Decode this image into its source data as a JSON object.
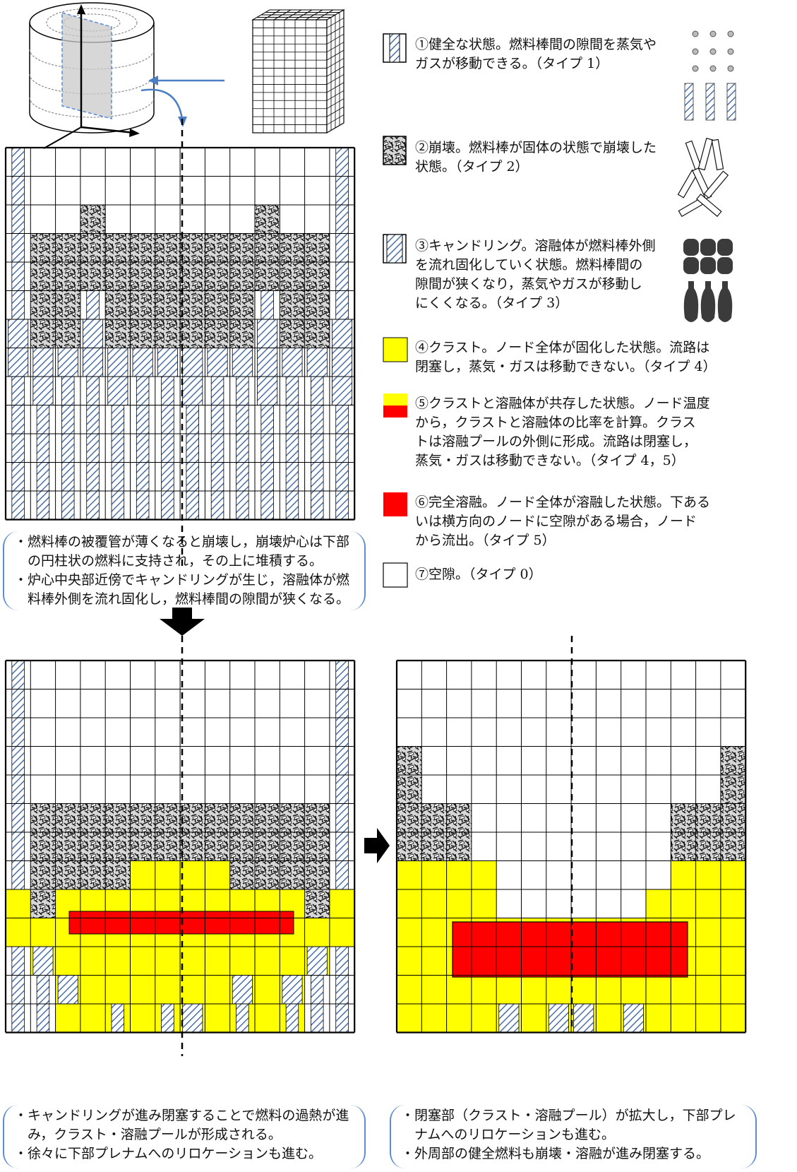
{
  "legend": [
    {
      "id": "type1",
      "text": "①健全な状態。燃料棒間の隙間を蒸気や\nガスが移動できる。（タイプ 1）"
    },
    {
      "id": "type2",
      "text": "②崩壊。燃料棒が固体の状態で崩壊した\n状態。（タイプ 2）"
    },
    {
      "id": "type3",
      "text": "③キャンドリング。溶融体が燃料棒外側\nを流れ固化していく状態。燃料棒間の\n隙間が狭くなり，蒸気やガスが移動し\nにくくなる。（タイプ 3）"
    },
    {
      "id": "type4",
      "text": "④クラスト。ノード全体が固化した状態。流路は\n閉塞し，蒸気・ガスは移動できない。（タイプ 4）"
    },
    {
      "id": "type45",
      "text": "⑤クラストと溶融体が共存した状態。ノード温度\nから，クラストと溶融体の比率を計算。クラス\nトは溶融プールの外側に形成。流路は閉塞し，\n蒸気・ガスは移動できない。（タイプ 4，5）"
    },
    {
      "id": "type5",
      "text": "⑥完全溶融。ノード全体が溶融した状態。下ある\nいは横方向のノードに空隙がある場合，ノード\nから流出。（タイプ 5）"
    },
    {
      "id": "type0",
      "text": "⑦空隙。（タイプ 0）"
    }
  ],
  "captions": {
    "stage1": "・燃料棒の被覆管が薄くなると崩壊し，崩壊炉心は下部\n　の円柱状の燃料に支持され，その上に堆積する。\n・炉心中央部近傍でキャンドリングが生じ，溶融体が燃\n　料棒外側を流れ固化し，燃料棒間の隙間が狭くなる。",
    "stage2": "・キャンドリングが進み閉塞することで燃料の過熱が進\n　み，クラスト・溶融プールが形成される。\n・徐々に下部プレナムへのリロケーションも進む。",
    "stage3": "・閉塞部（クラスト・溶融プール）が拡大し，下部プレ\n　ナムへのリロケーションも進む。\n・外周部の健全燃料も崩壊・溶融が進み閉塞する。"
  },
  "colors": {
    "crust": "#ffff00",
    "molten": "#ff0000",
    "candling": "#a9c2e3",
    "intact": "#a9c2e3",
    "debris": "#8c8c8c",
    "arrow_blue": "#4a7fc4",
    "grid": "#000000"
  }
}
